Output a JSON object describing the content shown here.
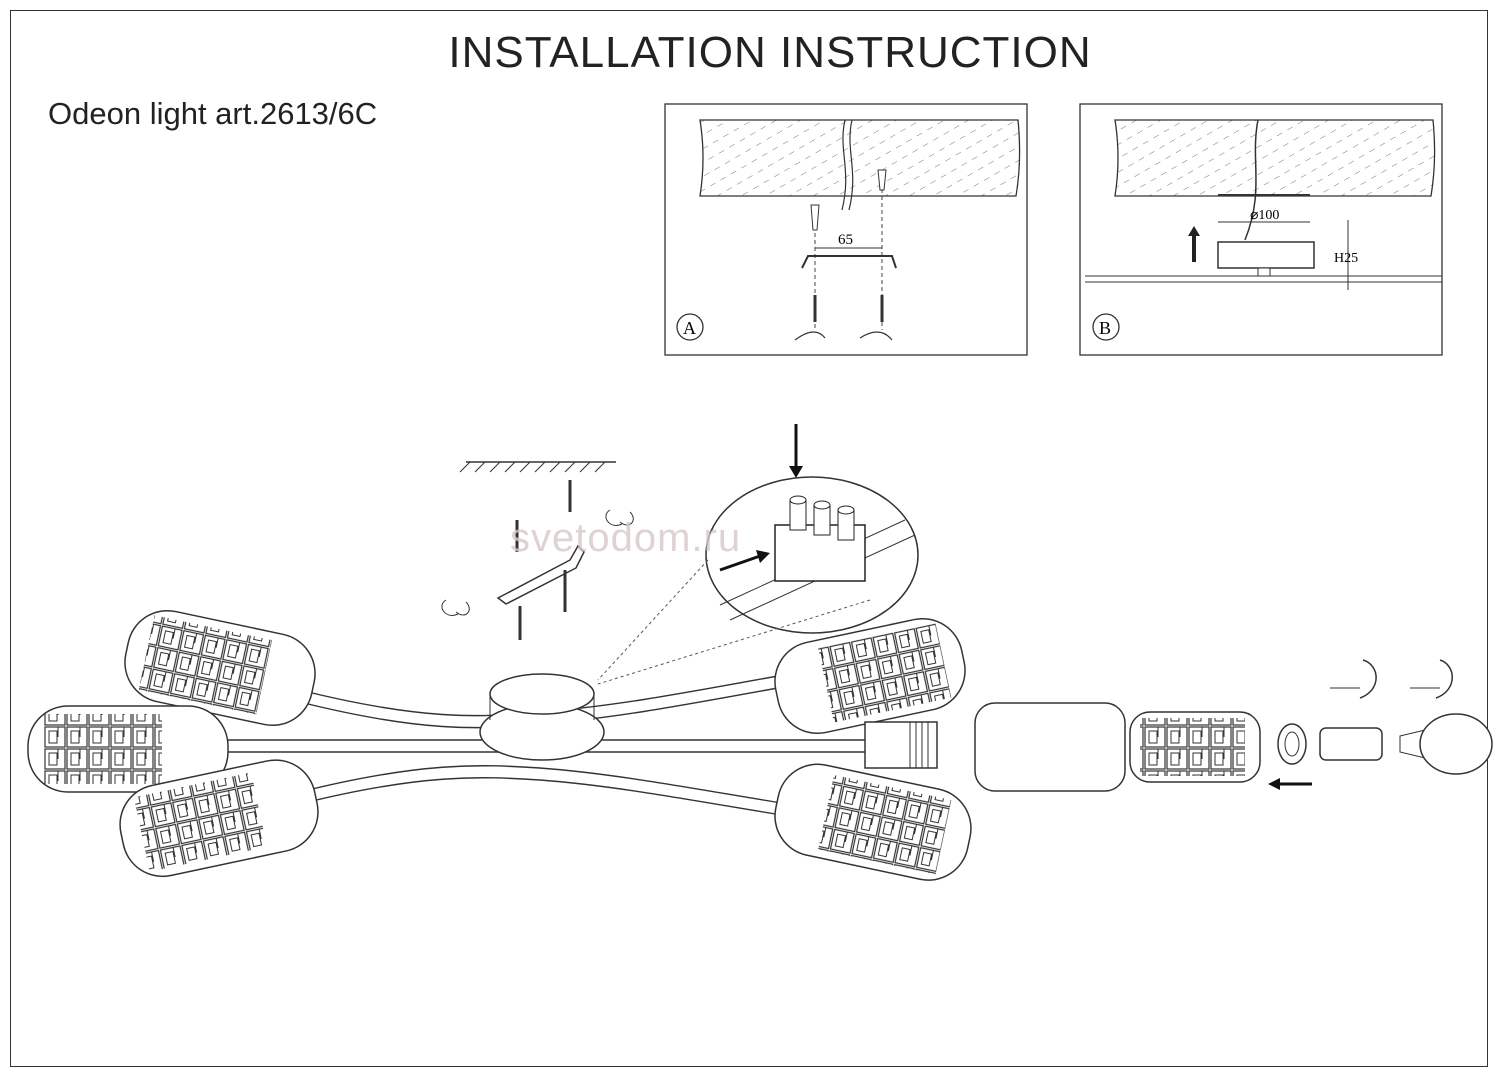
{
  "header": {
    "title": "INSTALLATION  INSTRUCTION",
    "product": "Odeon light art.2613/6C"
  },
  "panel_a": {
    "label": "A",
    "dimension": "65"
  },
  "panel_b": {
    "label": "B",
    "diameter": "⌀100",
    "height": "H25"
  },
  "watermark": "svetodom.ru"
}
